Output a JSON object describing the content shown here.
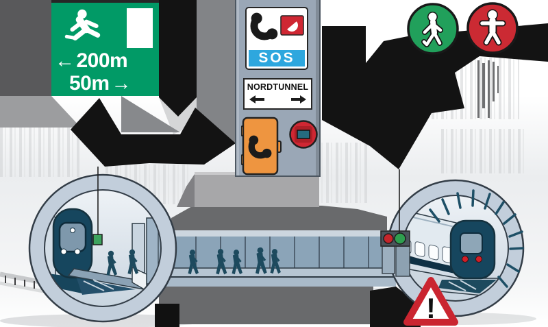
{
  "exit_sign": {
    "arrow_left": "←",
    "distance_left": "200m",
    "distance_right": "50m",
    "arrow_right": "→"
  },
  "sos_sign": {
    "label": "SOS"
  },
  "tunnel_name_sign": {
    "label": "NORDTUNNEL"
  },
  "warning_sign": {
    "exclamation": "!"
  },
  "icons": {
    "running_man_exit": "running-person with door",
    "phone_handset": "telephone handset",
    "fire_extinguisher": "extinguisher half-disc",
    "nord_arrow_left": "solid left arrow",
    "nord_arrow_right": "solid right arrow",
    "emergency_button": "round red push button",
    "walk_allowed": "walking person in green circle",
    "no_entry": "standing person in red circle",
    "warning_triangle": "red triangle with exclamation"
  },
  "colors": {
    "exit_green": "#019a66",
    "sos_blue": "#2ea7de",
    "phone_orange": "#ee9540",
    "column_gray": "#9aa7b6",
    "train_teal": "#16465e",
    "signal_red": "#cc2a33",
    "signal_green": "#2f9e4f",
    "rock_gray": "#696a6c",
    "warning_red": "#ca2530",
    "tunnel_ring": "#c2cedb"
  }
}
